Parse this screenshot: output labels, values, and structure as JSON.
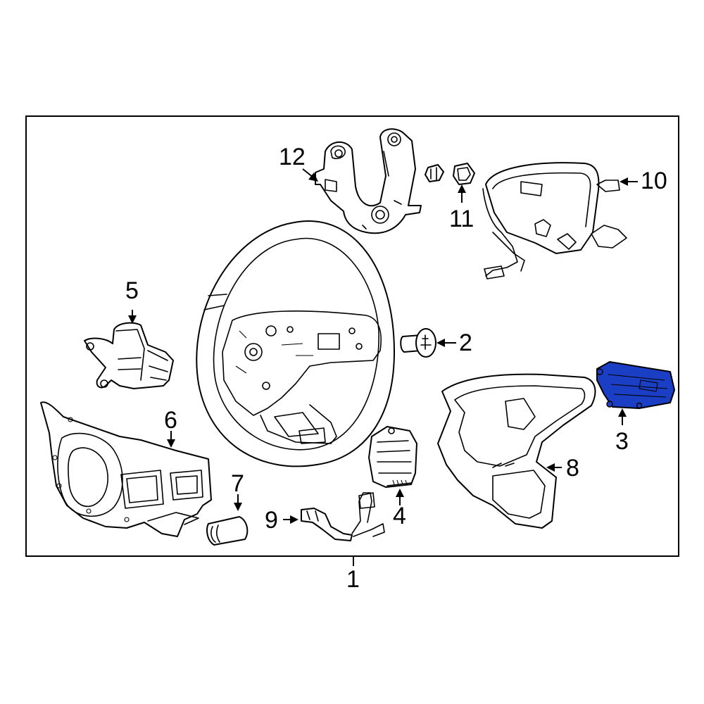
{
  "diagram": {
    "callouts": {
      "c1": "1",
      "c2": "2",
      "c3": "3",
      "c4": "4",
      "c5": "5",
      "c6": "6",
      "c7": "7",
      "c8": "8",
      "c9": "9",
      "c10": "10",
      "c11": "11",
      "c12": "12"
    },
    "highlight_color": "#1a3fc4",
    "highlighted_part": "3"
  }
}
